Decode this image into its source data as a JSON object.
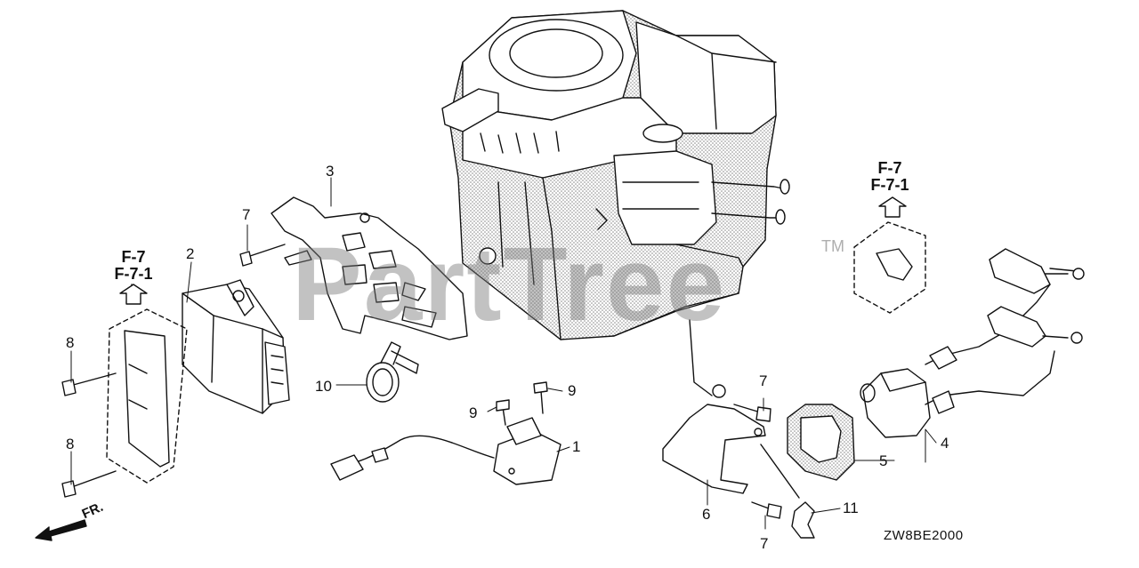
{
  "diagram": {
    "watermark": "PartTree",
    "trademark": "TM",
    "diagram_code": "ZW8BE2000",
    "front_marker": "FR.",
    "ref_left": [
      "F-7",
      "F-7-1"
    ],
    "ref_right": [
      "F-7",
      "F-7-1"
    ],
    "callouts": {
      "c1": "1",
      "c2": "2",
      "c3": "3",
      "c4": "4",
      "c5": "5",
      "c6": "6",
      "c7a": "7",
      "c7b": "7",
      "c7c": "7",
      "c8a": "8",
      "c8b": "8",
      "c9a": "9",
      "c9b": "9",
      "c10": "10",
      "c11": "11"
    }
  }
}
